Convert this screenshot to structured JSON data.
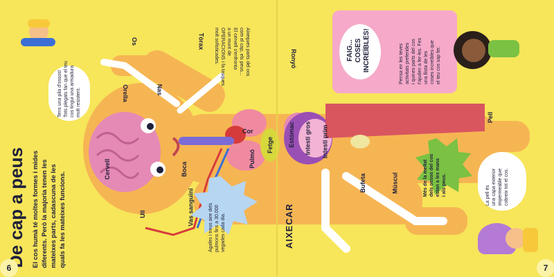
{
  "left_page": {
    "title": "De cap a peus",
    "intro_lines": [
      "El cos humà té moltes formes i mides",
      "diferents. Però la majoria tenen les",
      "mateixes parts, cadascuna de les",
      "quals fa les mateixes funcions."
    ],
    "page_number": "6",
    "kid_speech_lines": [
      "Tens una pila d'ossos!",
      "Tots plegats fan que el teu",
      "cos tingui una armadura",
      "molt resistent."
    ],
    "lung_fact_lines": [
      "Agafes i treus aire dels",
      "pulmons fins a 30.000",
      "vegades cada dia."
    ]
  },
  "right_page": {
    "page_number": "7",
    "info_box_title": [
      "FAIG...",
      "COSES",
      "INCREÏBLES!"
    ],
    "info_box_text": [
      "Pensa en les teves",
      "activitats preferides",
      "i quines parts del cos",
      "t'ajuden a fer-les. Fes",
      "una llista de les",
      "coses increïbles que",
      "el teu cos sap fer."
    ],
    "muscle_note_lines": [
      "Aixeques parts del cos",
      "com el cap, els peus...",
      "El cervell s'enfronta",
      "a un munt de",
      "OPERACIONS i fa tasques",
      "molt sofisticades."
    ],
    "green_fact_lines": [
      "Més de la meitat",
      "dels ossos del cos",
      "estan a les mans",
      "i als peus."
    ],
    "skin_speech_lines": [
      "La pell és",
      "una capa exterior",
      "impermeable que",
      "cobreix tot el cos."
    ],
    "rotated_word": "AIXECAR"
  },
  "labels": {
    "os": "Os",
    "toraqua": "Tòrax",
    "orella": "Orella",
    "nas": "Nas",
    "cor": "Cor",
    "ronyo": "Ronyó",
    "cervell": "Cervell",
    "boca": "Boca",
    "pulmo": "Pulmó",
    "fetge": "Fetge",
    "estomac": "Estómac",
    "intestigros": "Intestí gros",
    "intestiprim": "Intestí prim",
    "ull": "Ull",
    "vasanguini": "Vas sanguini",
    "bufeta": "Bufeta",
    "muscul": "Múscul",
    "pell": "Pell"
  },
  "colors": {
    "background": "#f7e55a",
    "skin": "#f6b553",
    "brain": "#e58ab5",
    "muscle": "#d9565f",
    "bone": "#ffffff",
    "info_box": "#f6a9c9",
    "green_burst": "#7bc143",
    "blue_burst": "#b6d6f2"
  }
}
